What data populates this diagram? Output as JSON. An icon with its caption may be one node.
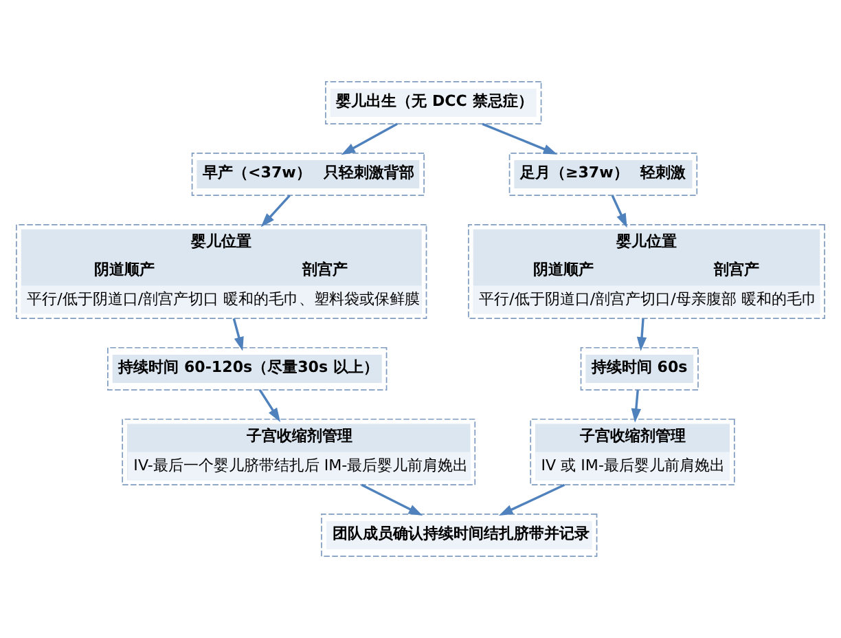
{
  "diagram": {
    "nodes": [
      {
        "text": [
          "婴儿出生（无 DCC 禁忌症）"
        ]
      },
      {
        "text": [
          "早产（<37w）",
          "只轻刺激背部"
        ]
      },
      {
        "text": [
          "足月（≥37w）",
          "轻刺激"
        ]
      },
      {
        "text": [
          "婴儿位置",
          "阴道顺产",
          "剖宫产",
          "平行/低于阴道口/剖宫产切口 暖和的毛巾、塑料袋或保鲜膜"
        ]
      },
      {
        "text": [
          "婴儿位置",
          "阴道顺产",
          "剖宫产",
          "平行/低于阴道口/剖宫产切口/母亲腹部 暖和的毛巾"
        ]
      },
      {
        "text": [
          "持续时间 60-120s（尽量30s 以上）"
        ]
      },
      {
        "text": [
          "持续时间 60s"
        ]
      },
      {
        "text": [
          "子宫收缩剂管理",
          "IV-最后一个婴儿脐带结扎后 IM-最后婴儿前肩娩出"
        ]
      },
      {
        "text": [
          "子宫收缩剂管理",
          "IV 或 IM-最后婴儿前肩娩出"
        ]
      },
      {
        "text": [
          "团队成员确认持续时间结扎脐带并记录"
        ]
      }
    ],
    "edges": [
      {
        "from": 0,
        "to": 1,
        "arrow": "to"
      },
      {
        "from": 0,
        "to": 2,
        "arrow": "to"
      },
      {
        "from": 1,
        "to": 3,
        "arrow": "to"
      },
      {
        "from": 2,
        "to": 4,
        "arrow": "to"
      },
      {
        "from": 3,
        "to": 5,
        "arrow": "to"
      },
      {
        "from": 4,
        "to": 6,
        "arrow": "to"
      },
      {
        "from": 5,
        "to": 7,
        "arrow": "to"
      },
      {
        "from": 6,
        "to": 8,
        "arrow": "to"
      },
      {
        "from": 7,
        "to": 9,
        "arrow": "to"
      },
      {
        "from": 8,
        "to": 9,
        "arrow": "to"
      }
    ]
  }
}
